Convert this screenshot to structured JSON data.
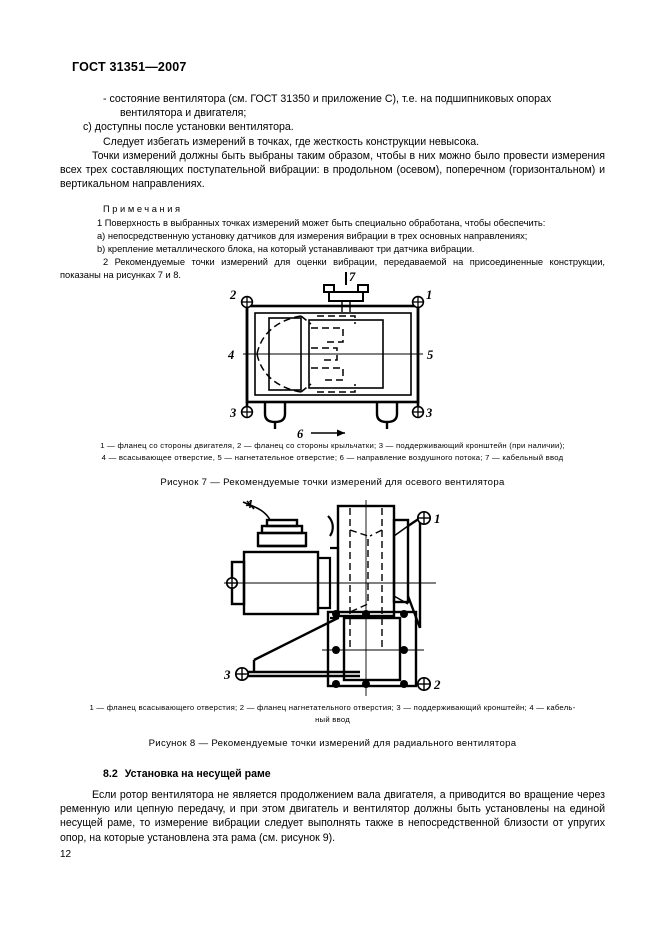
{
  "document": {
    "standard_header": "ГОСТ 31351—2007",
    "page_number": "12"
  },
  "body": {
    "bullet_condition_line1": "- состояние вентилятора (см. ГОСТ 31350 и приложение С), т.е. на подшипниковых опорах",
    "bullet_condition_line2": "вентилятора и двигателя;",
    "item_c": "c)  доступны после установки вентилятора.",
    "avoid_line": "Следует избегать измерений в точках, где жесткость конструкции невысока.",
    "measurement_paragraph": "Точки измерений должны быть выбраны таким образом, чтобы в них можно было провести измерения всех трех составляющих поступательной вибрации: в продольном (осевом), поперечном (горизонтальном) и вертикальном направлениях.",
    "notes_title": "Примечания",
    "note_1": "1  Поверхность в выбранных точках измерений может быть специально обработана, чтобы обеспечить:",
    "note_1a": "a)  непосредственную установку датчиков для измерения вибрации в трех основных направлениях;",
    "note_1b": "b)  крепление металлического блока, на который устанавливают три датчика вибрации.",
    "note_2": "2  Рекомендуемые точки измерений для оценки вибрации, передаваемой на присоединенные конструкции, показаны на рисунках 7 и 8."
  },
  "figure7": {
    "callouts": {
      "c1": "1",
      "c2": "2",
      "c3_left": "3",
      "c3_right": "3",
      "c4": "4",
      "c5": "5",
      "c6": "6",
      "c7": "7"
    },
    "legend_line1": "1 — фланец со стороны двигателя, 2 — фланец со стороны крыльчатки; 3 — поддерживающий кронштейн (при наличии);",
    "legend_line2": "4 — всасывающее отверстие, 5 — нагнетательное отверстие; 6 — направление воздушного потока; 7 — кабельный ввод",
    "title": "Рисунок 7 — Рекомендуемые точки измерений для осевого вентилятора"
  },
  "figure8": {
    "callouts": {
      "c1": "1",
      "c2": "2",
      "c3": "3",
      "c4": "4"
    },
    "legend_line1": "1 — фланец всасывающего отверстия; 2 — фланец нагнетательного отверстия; 3 — поддерживающий кронштейн; 4 — кабель-",
    "legend_line2": "ный ввод",
    "title": "Рисунок 8 — Рекомендуемые точки измерений для радиального вентилятора"
  },
  "section82": {
    "number": "8.2",
    "heading": "Установка на несущей раме",
    "paragraph": "Если ротор вентилятора не является продолжением вала двигателя, а приводится во вращение через ременную или цепную передачу, и при этом двигатель и вентилятор должны быть установлены на единой несущей раме, то измерение вибрации следует выполнять также в непосредственной близости от упругих опор, на которые установлена эта рама (см. рисунок 9)."
  }
}
